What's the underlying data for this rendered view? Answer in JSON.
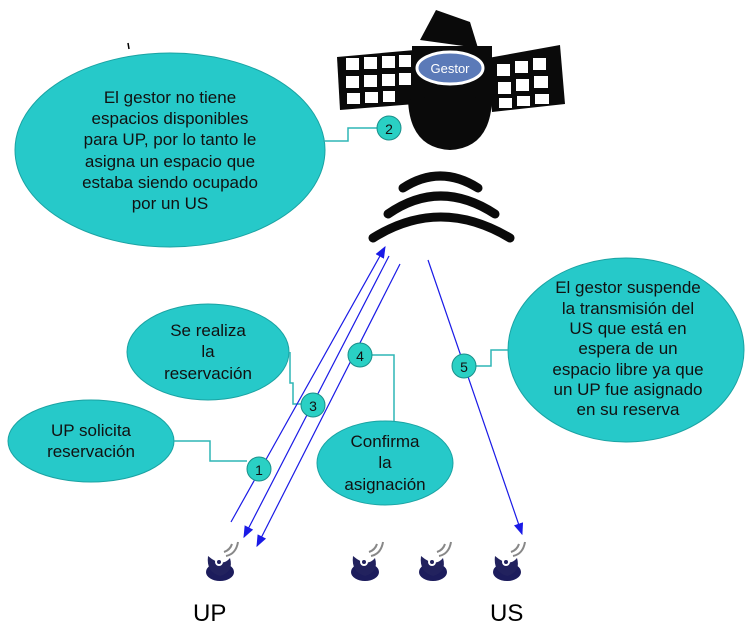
{
  "gestor_label": "Gestor",
  "callouts": [
    {
      "id": "callout-2",
      "lines": [
        "El gestor no tiene",
        "espacios disponibles",
        "para UP, por lo tanto le",
        "asigna un espacio que",
        "estaba siendo ocupado",
        "por un US"
      ]
    },
    {
      "id": "callout-5",
      "lines": [
        "El gestor suspende",
        "la transmisión del",
        "US que está en",
        "espera de un",
        "espacio libre ya que",
        "un UP fue asignado",
        "en su reserva"
      ]
    },
    {
      "id": "callout-3",
      "lines": [
        "Se realiza",
        "la",
        "reservación"
      ]
    },
    {
      "id": "callout-1",
      "lines": [
        "UP solicita",
        "reservación"
      ]
    },
    {
      "id": "callout-4",
      "lines": [
        "Confirma",
        "la",
        "asignación"
      ]
    }
  ],
  "steps": [
    "1",
    "2",
    "3",
    "4",
    "5"
  ],
  "labels": {
    "up": "UP",
    "us": "US"
  },
  "colors": {
    "ellipse_fill": "#26c9c9",
    "arrow": "#1a1ae6",
    "connector": "#2fb5b5",
    "step_fill": "#2ad0c4",
    "satellite": "#0a0a0a",
    "gestor_fill": "#5b7ab8"
  }
}
